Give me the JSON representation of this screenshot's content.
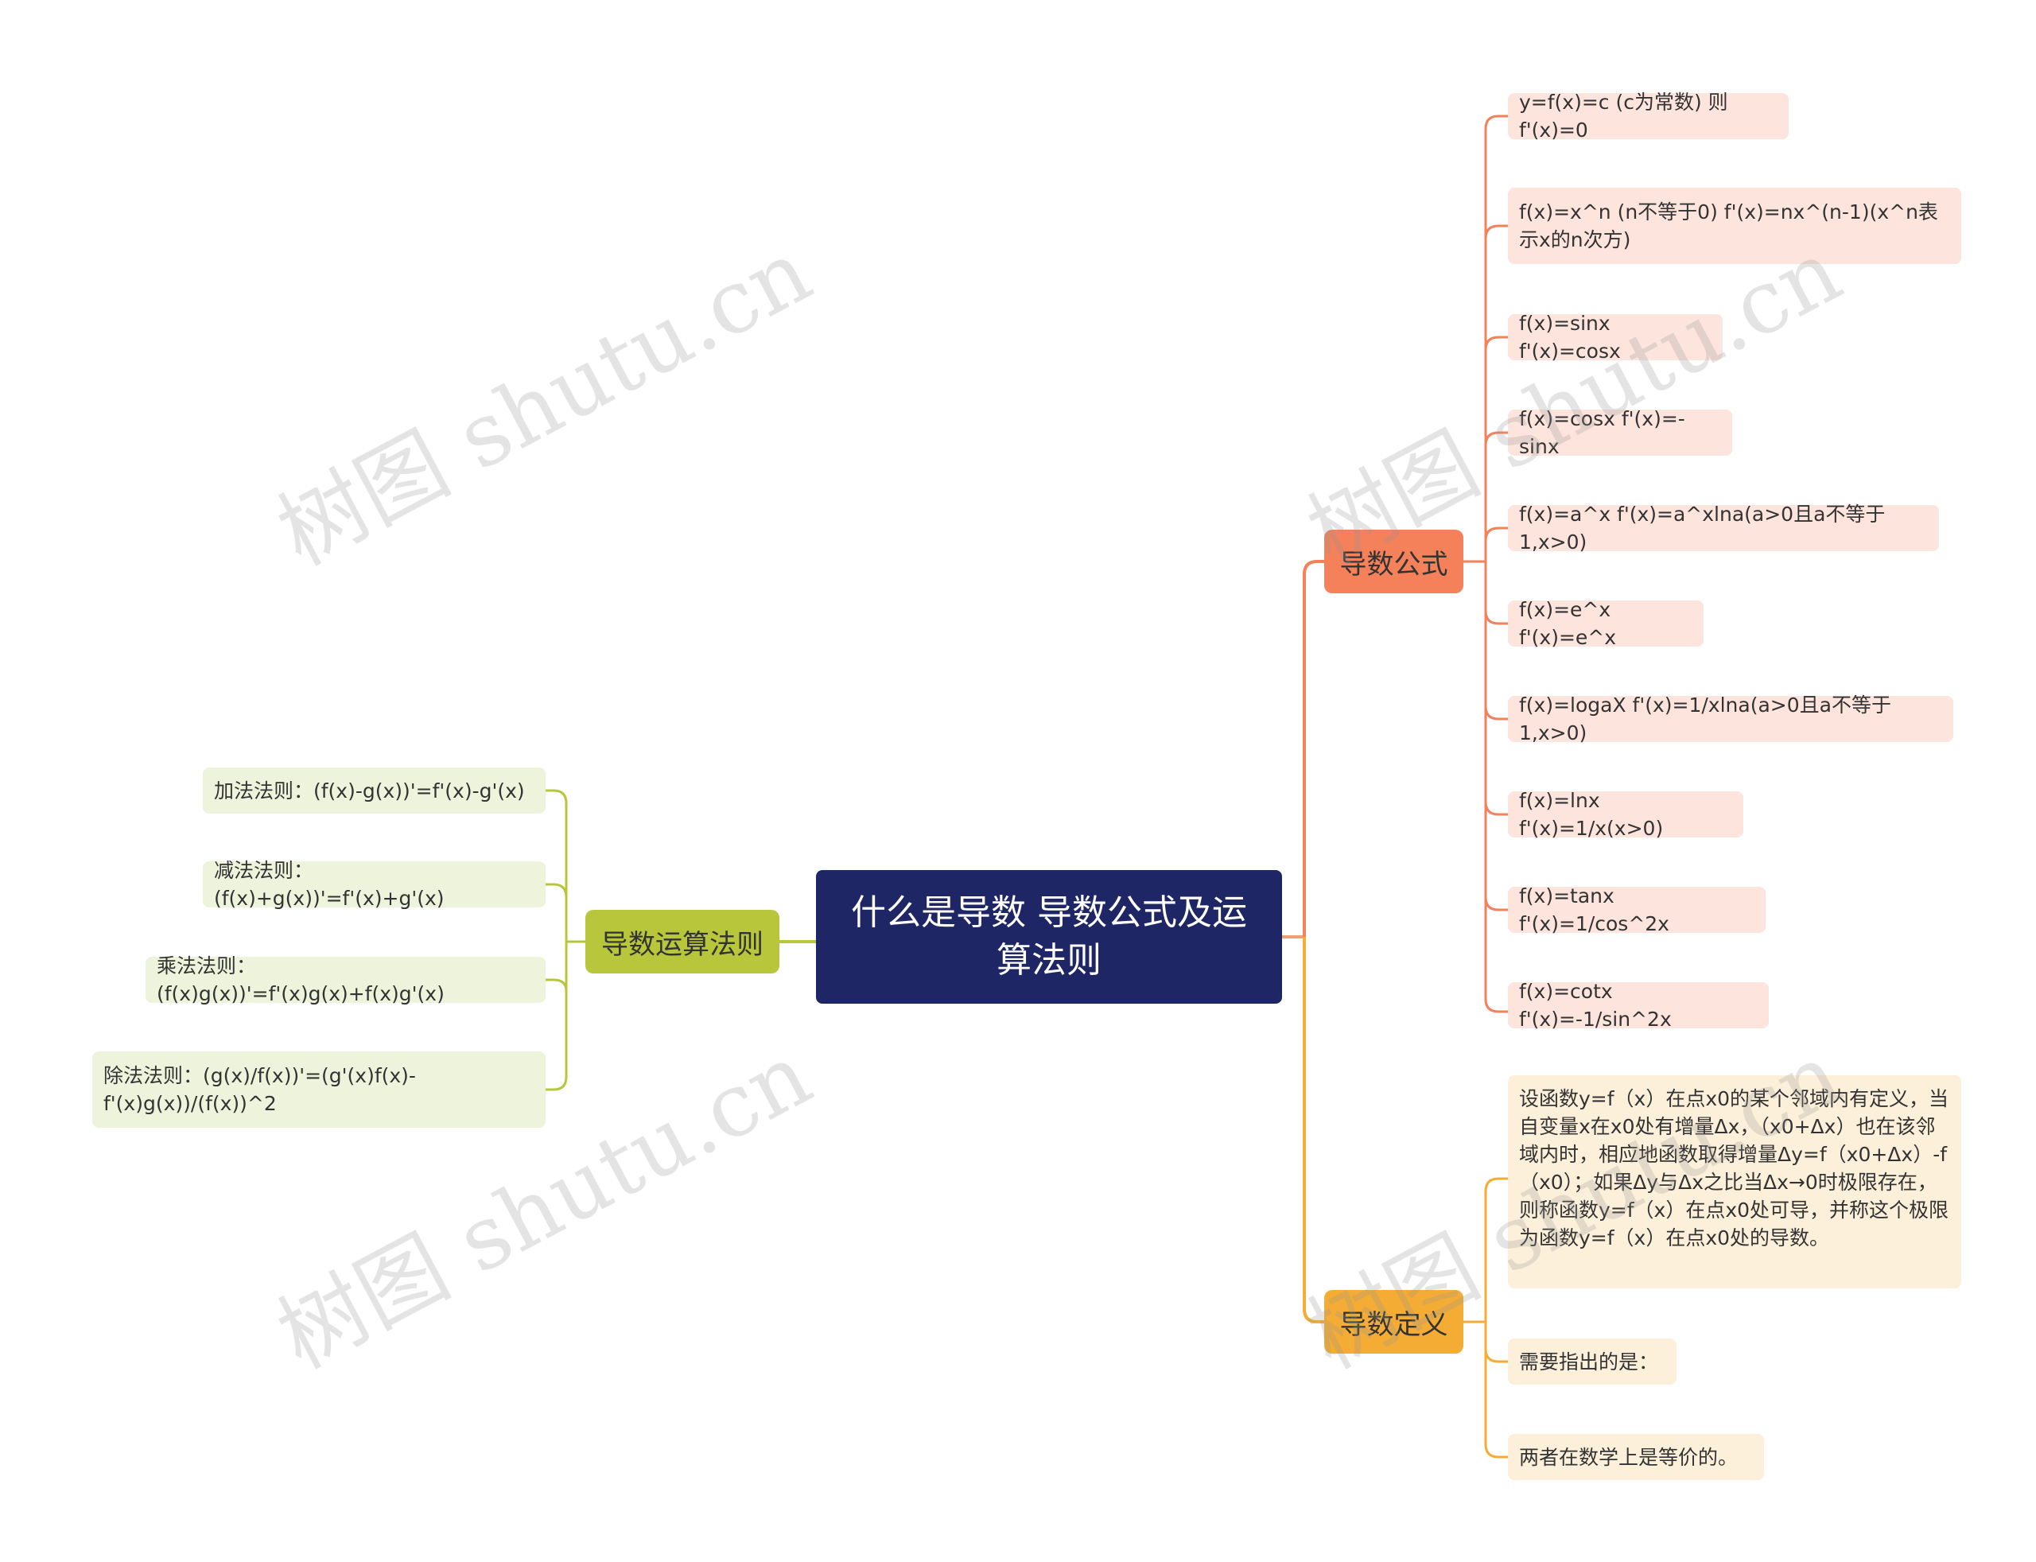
{
  "root": {
    "title": "什么是导数 导数公式及运算法则"
  },
  "branches": {
    "formulas": {
      "label": "导数公式",
      "color": "#f4815a",
      "items": [
        "y=f(x)=c (c为常数) 则f'(x)=0",
        "f(x)=x^n (n不等于0) f'(x)=nx^(n-1)(x^n表示x的n次方)",
        "f(x)=sinx f'(x)=cosx",
        "f(x)=cosx f'(x)=-sinx",
        "f(x)=a^x f'(x)=a^xlna(a>0且a不等于1,x>0)",
        "f(x)=e^x f'(x)=e^x",
        "f(x)=logaX f'(x)=1/xlna(a>0且a不等于1,x>0)",
        "f(x)=lnx f'(x)=1/x(x>0)",
        "f(x)=tanx f'(x)=1/cos^2x",
        "f(x)=cotx f'(x)=-1/sin^2x"
      ]
    },
    "definition": {
      "label": "导数定义",
      "color": "#f5ac34",
      "items": [
        "设函数y=f（x）在点x0的某个邻域内有定义，当自变量x在x0处有增量Δx，（x0+Δx）也在该邻域内时，相应地函数取得增量Δy=f（x0+Δx）-f（x0）；如果Δy与Δx之比当Δx→0时极限存在，则称函数y=f（x）在点x0处可导，并称这个极限为函数y=f（x）在点x0处的导数。",
        "需要指出的是：",
        "两者在数学上是等价的。"
      ]
    },
    "rules": {
      "label": "导数运算法则",
      "color": "#b7c63a",
      "items": [
        "加法法则：(f(x)-g(x))'=f'(x)-g'(x)",
        "减法法则：(f(x)+g(x))'=f'(x)+g'(x)",
        "乘法法则：(f(x)g(x))'=f'(x)g(x)+f(x)g'(x)",
        "除法法则：(g(x)/f(x))'=(g'(x)f(x)-f'(x)g(x))/(f(x))^2"
      ]
    }
  },
  "watermark": "树图 shutu.cn"
}
